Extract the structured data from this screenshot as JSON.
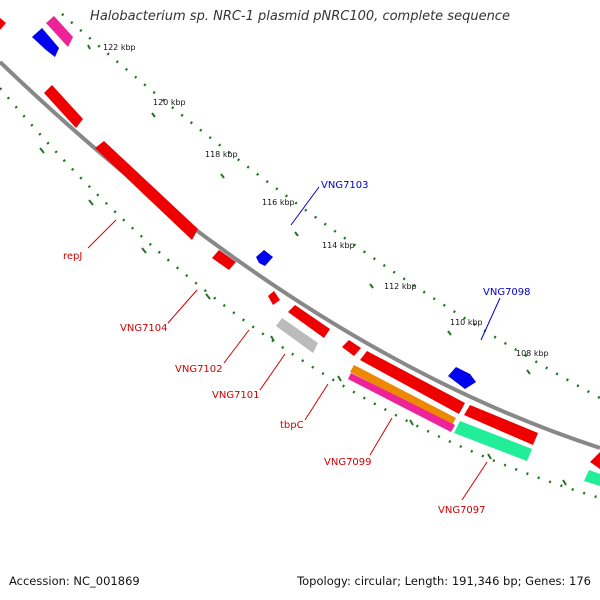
{
  "title": "Halobacterium sp. NRC-1 plasmid pNRC100, complete sequence",
  "footer": {
    "accession": "Accession: NC_001869",
    "summary": "Topology: circular; Length: 191,346 bp; Genes: 176"
  },
  "scale_labels": {
    "k122": "122 kbp",
    "k120": "120 kbp",
    "k118": "118 kbp",
    "k116": "116 kbp",
    "k114": "114 kbp",
    "k112": "112 kbp",
    "k110": "110 kbp",
    "k108": "108 kbp"
  },
  "genes": {
    "vng7103": "VNG7103",
    "vng7098": "VNG7098",
    "repj": "repJ",
    "vng7104": "VNG7104",
    "vng7102": "VNG7102",
    "vng7101": "VNG7101",
    "tbpc": "tbpC",
    "vng7099": "VNG7099",
    "vng7097": "VNG7097"
  },
  "colors": {
    "backbone": "#888888",
    "forward_gene": "#0000ee",
    "reverse_gene": "#ee0000",
    "pseudogene": "#bbbbbb",
    "orange_track": "#ee8800",
    "magenta_track": "#ee2299",
    "green_track": "#22ee99",
    "scale_dots": "#227722"
  }
}
